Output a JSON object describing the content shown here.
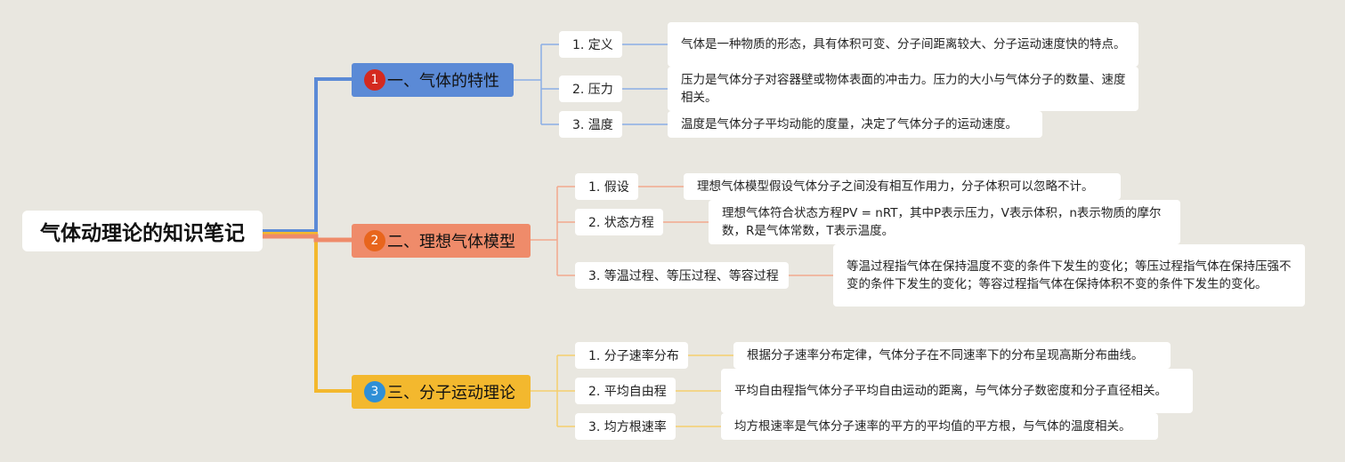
{
  "root": {
    "title": "气体动理论的知识笔记"
  },
  "branches": [
    {
      "badge": "1",
      "label": "一、气体的特性",
      "color": "#5b8ad6",
      "badge_color": "#d42a1f",
      "items": [
        {
          "label": "1. 定义",
          "desc": "气体是一种物质的形态，具有体积可变、分子间距离较大、分子运动速度快的特点。"
        },
        {
          "label": "2. 压力",
          "desc": "压力是气体分子对容器壁或物体表面的冲击力。压力的大小与气体分子的数量、速度相关。"
        },
        {
          "label": "3. 温度",
          "desc": "温度是气体分子平均动能的度量，决定了气体分子的运动速度。"
        }
      ]
    },
    {
      "badge": "2",
      "label": "二、理想气体模型",
      "color": "#ef8b6a",
      "badge_color": "#e8651c",
      "items": [
        {
          "label": "1. 假设",
          "desc": "理想气体模型假设气体分子之间没有相互作用力，分子体积可以忽略不计。"
        },
        {
          "label": "2. 状态方程",
          "desc": "理想气体符合状态方程PV = nRT，其中P表示压力，V表示体积，n表示物质的摩尔数，R是气体常数，T表示温度。"
        },
        {
          "label": "3. 等温过程、等压过程、等容过程",
          "desc": "等温过程指气体在保持温度不变的条件下发生的变化；等压过程指气体在保持压强不变的条件下发生的变化；等容过程指气体在保持体积不变的条件下发生的变化。"
        }
      ]
    },
    {
      "badge": "3",
      "label": "三、分子运动理论",
      "color": "#f3b82e",
      "badge_color": "#2f8fd6",
      "items": [
        {
          "label": "1. 分子速率分布",
          "desc": "根据分子速率分布定律，气体分子在不同速率下的分布呈现高斯分布曲线。"
        },
        {
          "label": "2. 平均自由程",
          "desc": "平均自由程指气体分子平均自由运动的距离，与气体分子数密度和分子直径相关。"
        },
        {
          "label": "3. 均方根速率",
          "desc": "均方根速率是气体分子速率的平方的平均值的平方根，与气体的温度相关。"
        }
      ]
    }
  ]
}
